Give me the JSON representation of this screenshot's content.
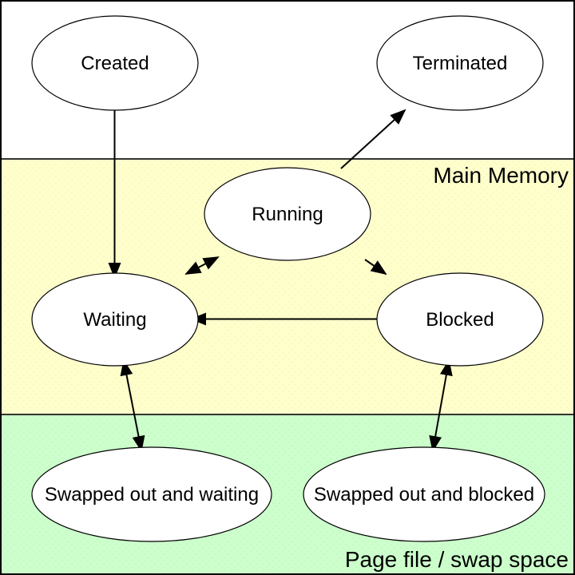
{
  "diagram": {
    "kind": "process-state-diagram"
  },
  "bands": [
    {
      "id": "top",
      "label": "",
      "color": "#ffffff"
    },
    {
      "id": "main-memory",
      "label": "Main Memory",
      "color": "#ffffcc"
    },
    {
      "id": "swap-space",
      "label": "Page file / swap space",
      "color": "#ccffcc"
    }
  ],
  "nodes": [
    {
      "id": "created",
      "label": "Created"
    },
    {
      "id": "terminated",
      "label": "Terminated"
    },
    {
      "id": "running",
      "label": "Running"
    },
    {
      "id": "waiting",
      "label": "Waiting"
    },
    {
      "id": "blocked",
      "label": "Blocked"
    },
    {
      "id": "swapped-waiting",
      "label": "Swapped out and waiting"
    },
    {
      "id": "swapped-blocked",
      "label": "Swapped out and blocked"
    }
  ],
  "edges": [
    {
      "from": "created",
      "to": "waiting",
      "bidirectional": false
    },
    {
      "from": "running",
      "to": "terminated",
      "bidirectional": false
    },
    {
      "from": "running",
      "to": "waiting",
      "bidirectional": true
    },
    {
      "from": "running",
      "to": "blocked",
      "bidirectional": false
    },
    {
      "from": "blocked",
      "to": "waiting",
      "bidirectional": false
    },
    {
      "from": "waiting",
      "to": "swapped-waiting",
      "bidirectional": true
    },
    {
      "from": "blocked",
      "to": "swapped-blocked",
      "bidirectional": true
    }
  ],
  "colors": {
    "node_fill": "#ffffff",
    "node_stroke": "#000000",
    "line": "#000000",
    "text": "#000000",
    "separator": "#333333",
    "border": "#000000"
  }
}
